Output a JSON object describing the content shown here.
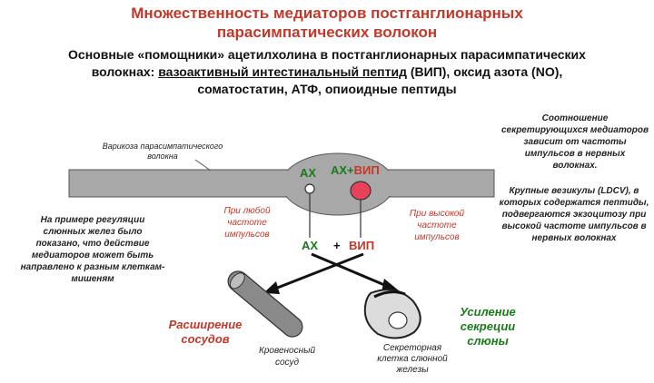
{
  "title_line1": "Множественность медиаторов постганглионарных",
  "title_line2": "парасимпатических волокон",
  "subtitle_line1": "Основные «помощники» ацетилхолина в постганглионарных парасимпатических",
  "subtitle_line2_prefix": "волокнах: ",
  "subtitle_line2_underlined": "вазоактивный интестинальный пептид",
  "subtitle_line2_suffix": " (ВИП), оксид азота (NO),",
  "subtitle_line3": "соматостатин, АТФ, опиоидные пептиды",
  "varicosity_label": "Варикоза парасимпатического волокна",
  "ach_label_top": "АХ",
  "ach_vip_label_prefix": "АХ+",
  "ach_vip_label_suffix": "ВИП",
  "ratio_note": "Соотношение секретирующихся медиаторов зависит от частоты импульсов в нервных волокнах.",
  "vesicles_note": "Крупные везикулы (LDCV), в которых содержатся пептиды, подвергаются экзоцитозу при высокой частоте импульсов в нервных волокнах",
  "glands_note": "На примере регуляции слюнных желез было показано, что действие медиаторов может быть направлено к разным клеткам-мишеням",
  "any_freq_label": "При любой частоте импульсов",
  "high_freq_label": "При высокой частоте импульсов",
  "ach_bottom": "АХ",
  "plus_sign": "+",
  "vip_bottom": "ВИП",
  "vasodilation": "Расширение сосудов",
  "blood_vessel": "Кровеносный сосуд",
  "secretory_cell": "Секреторная клетка слюнной железы",
  "saliva": "Усиление секреции слюны",
  "colors": {
    "title_red": "#c0392b",
    "fiber_gray": "#a8a8a8",
    "vesicle_red": "#e8415a",
    "label_green": "#1a7a1a",
    "vessel_gray": "#8a8a8a"
  }
}
